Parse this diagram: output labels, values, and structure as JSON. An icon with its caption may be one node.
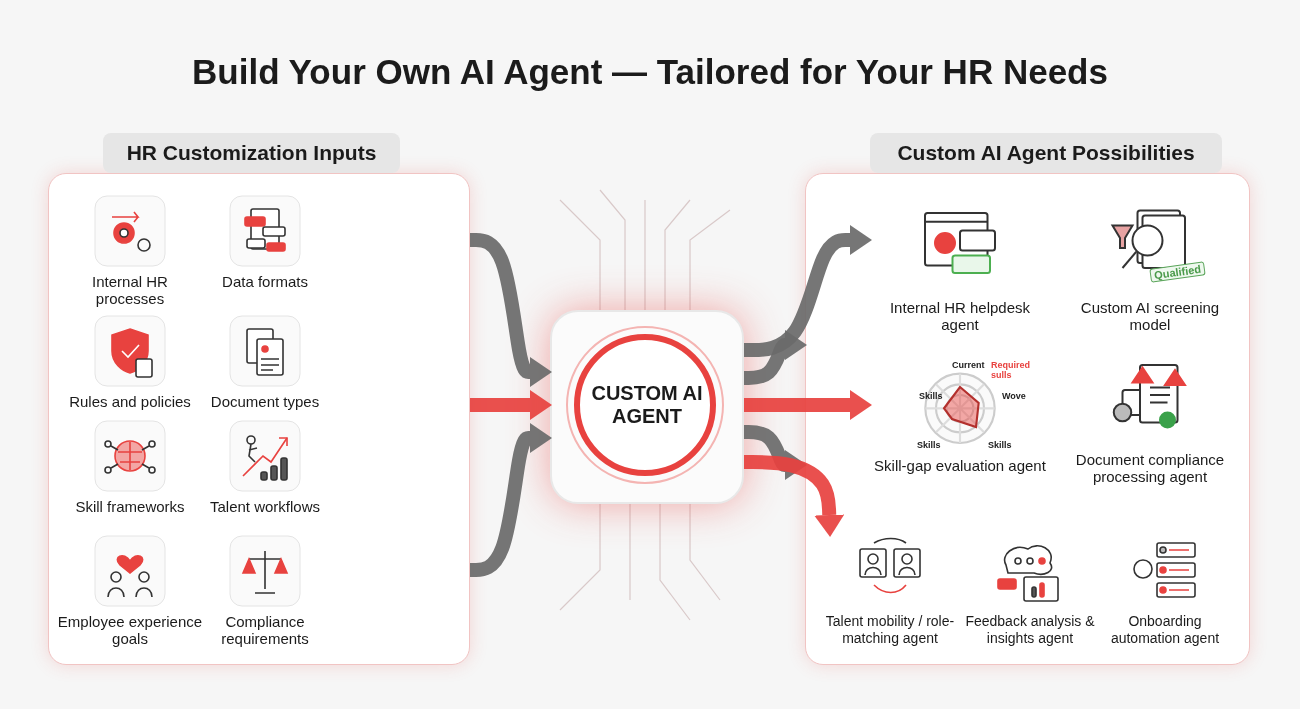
{
  "diagram": {
    "title": "Build Your Own AI Agent — Tailored for Your HR Needs",
    "nodes": [
      {
        "text": [
          "HR Customization Inputs"
        ]
      },
      {
        "text": [
          "Internal HR processes"
        ],
        "in": 0
      },
      {
        "text": [
          "Data formats"
        ],
        "in": 0
      },
      {
        "text": [
          "Rules and policies"
        ],
        "in": 0
      },
      {
        "text": [
          "Document types"
        ],
        "in": 0
      },
      {
        "text": [
          "Skill frameworks"
        ],
        "in": 0
      },
      {
        "text": [
          "Talent workflows"
        ],
        "in": 0
      },
      {
        "text": [
          "Employee experience goals"
        ],
        "in": 0
      },
      {
        "text": [
          "Compliance requirements"
        ],
        "in": 0
      },
      {
        "text": [
          "CUSTOM AI AGENT"
        ]
      },
      {
        "text": [
          "Custom AI Agent Possibilities"
        ]
      },
      {
        "text": [
          "Internal HR helpdesk agent"
        ],
        "in": 10
      },
      {
        "text": [
          "Custom AI screening model"
        ],
        "in": 10
      },
      {
        "text": [
          "Skill-gap evaluation agent"
        ],
        "in": 10
      },
      {
        "text": [
          "Document compliance processing agent"
        ],
        "in": 10
      },
      {
        "text": [
          "Talent mobility / role-matching agent"
        ],
        "in": 10
      },
      {
        "text": [
          "Feedback analysis & insights agent"
        ],
        "in": 10
      },
      {
        "text": [
          "Onboarding automation agent"
        ],
        "in": 10
      }
    ],
    "edges": [
      {
        "from": 0,
        "to": 9,
        "arrow": "to"
      },
      {
        "from": 0,
        "to": 9,
        "arrow": "to",
        "color": "#e8423f"
      },
      {
        "from": 0,
        "to": 9,
        "arrow": "to"
      },
      {
        "from": 9,
        "to": 11,
        "arrow": "to"
      },
      {
        "from": 9,
        "to": 10,
        "arrow": "to"
      },
      {
        "from": 9,
        "to": 13,
        "arrow": "to",
        "color": "#e8423f"
      },
      {
        "from": 9,
        "to": 10,
        "arrow": "to"
      },
      {
        "from": 9,
        "to": 15,
        "arrow": "to",
        "color": "#e8423f"
      }
    ],
    "labels": [
      "Qualified",
      "Current",
      "Required sulls",
      "Wove",
      "Skills",
      "Skills",
      "Skills"
    ]
  }
}
